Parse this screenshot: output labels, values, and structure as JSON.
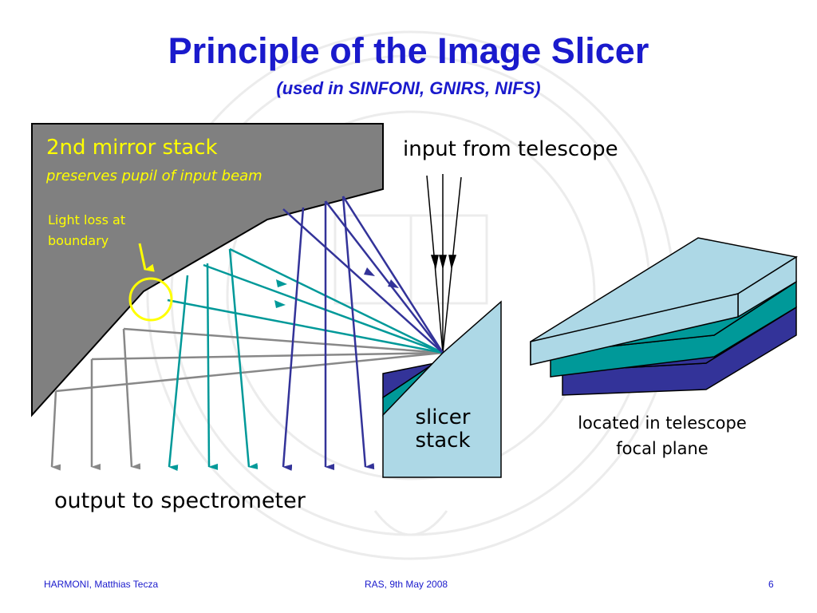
{
  "slide": {
    "title": "Principle of the Image Slicer",
    "subtitle": "(used in SINFONI, GNIRS, NIFS)"
  },
  "diagram": {
    "mirror_stack_title": "2nd mirror stack",
    "mirror_stack_note": "preserves pupil of input beam",
    "light_loss_line1": "Light loss at",
    "light_loss_line2": "boundary",
    "input_label": "input from telescope",
    "slicer_line1": "slicer",
    "slicer_line2": "stack",
    "focal_line1": "located in telescope",
    "focal_line2": "focal plane",
    "output_label": "output to spectrometer"
  },
  "footer": {
    "left": "HARMONI, Matthias Tecza",
    "center": "RAS, 9th May 2008",
    "page": "6"
  },
  "colors": {
    "title": "#1a1acc",
    "mirror_stack": "#808080",
    "slicer_light": "#add8e6",
    "slicer_teal": "#009999",
    "slicer_navy": "#333399",
    "ray_gray": "#888888",
    "ray_teal": "#009999",
    "ray_navy": "#333399",
    "highlight": "#ffff00",
    "text_yellow": "#ffff00"
  }
}
